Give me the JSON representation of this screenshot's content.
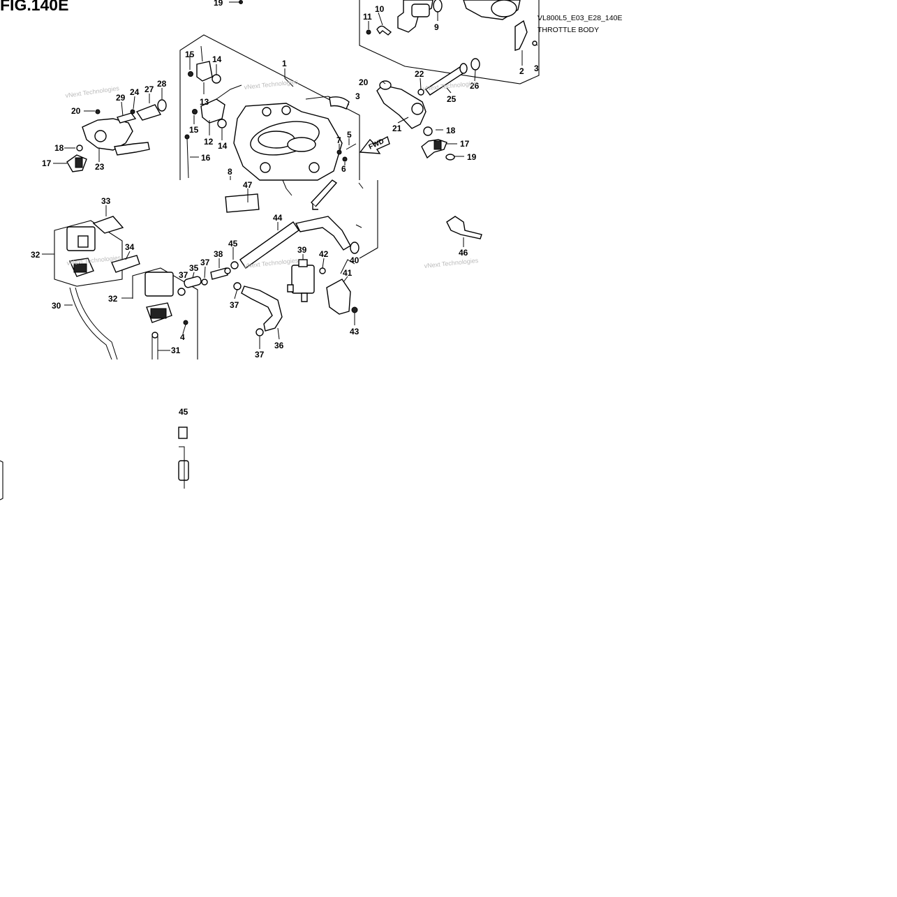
{
  "figure": {
    "title": "FIG.140E",
    "code": "VL800L5_E03_E28_140E",
    "name": "THROTTLE BODY",
    "watermark": "vNext Technologies"
  },
  "callouts": [
    "1",
    "2",
    "3",
    "4",
    "5",
    "6",
    "7",
    "8",
    "9",
    "10",
    "11",
    "12",
    "13",
    "14",
    "15",
    "16",
    "17",
    "18",
    "19",
    "20",
    "21",
    "22",
    "23",
    "24",
    "25",
    "26",
    "27",
    "28",
    "29",
    "30",
    "31",
    "32",
    "33",
    "34",
    "35",
    "36",
    "37",
    "38",
    "39",
    "40",
    "41",
    "42",
    "43",
    "44",
    "45",
    "46",
    "47"
  ],
  "fwd_label": "FWD"
}
